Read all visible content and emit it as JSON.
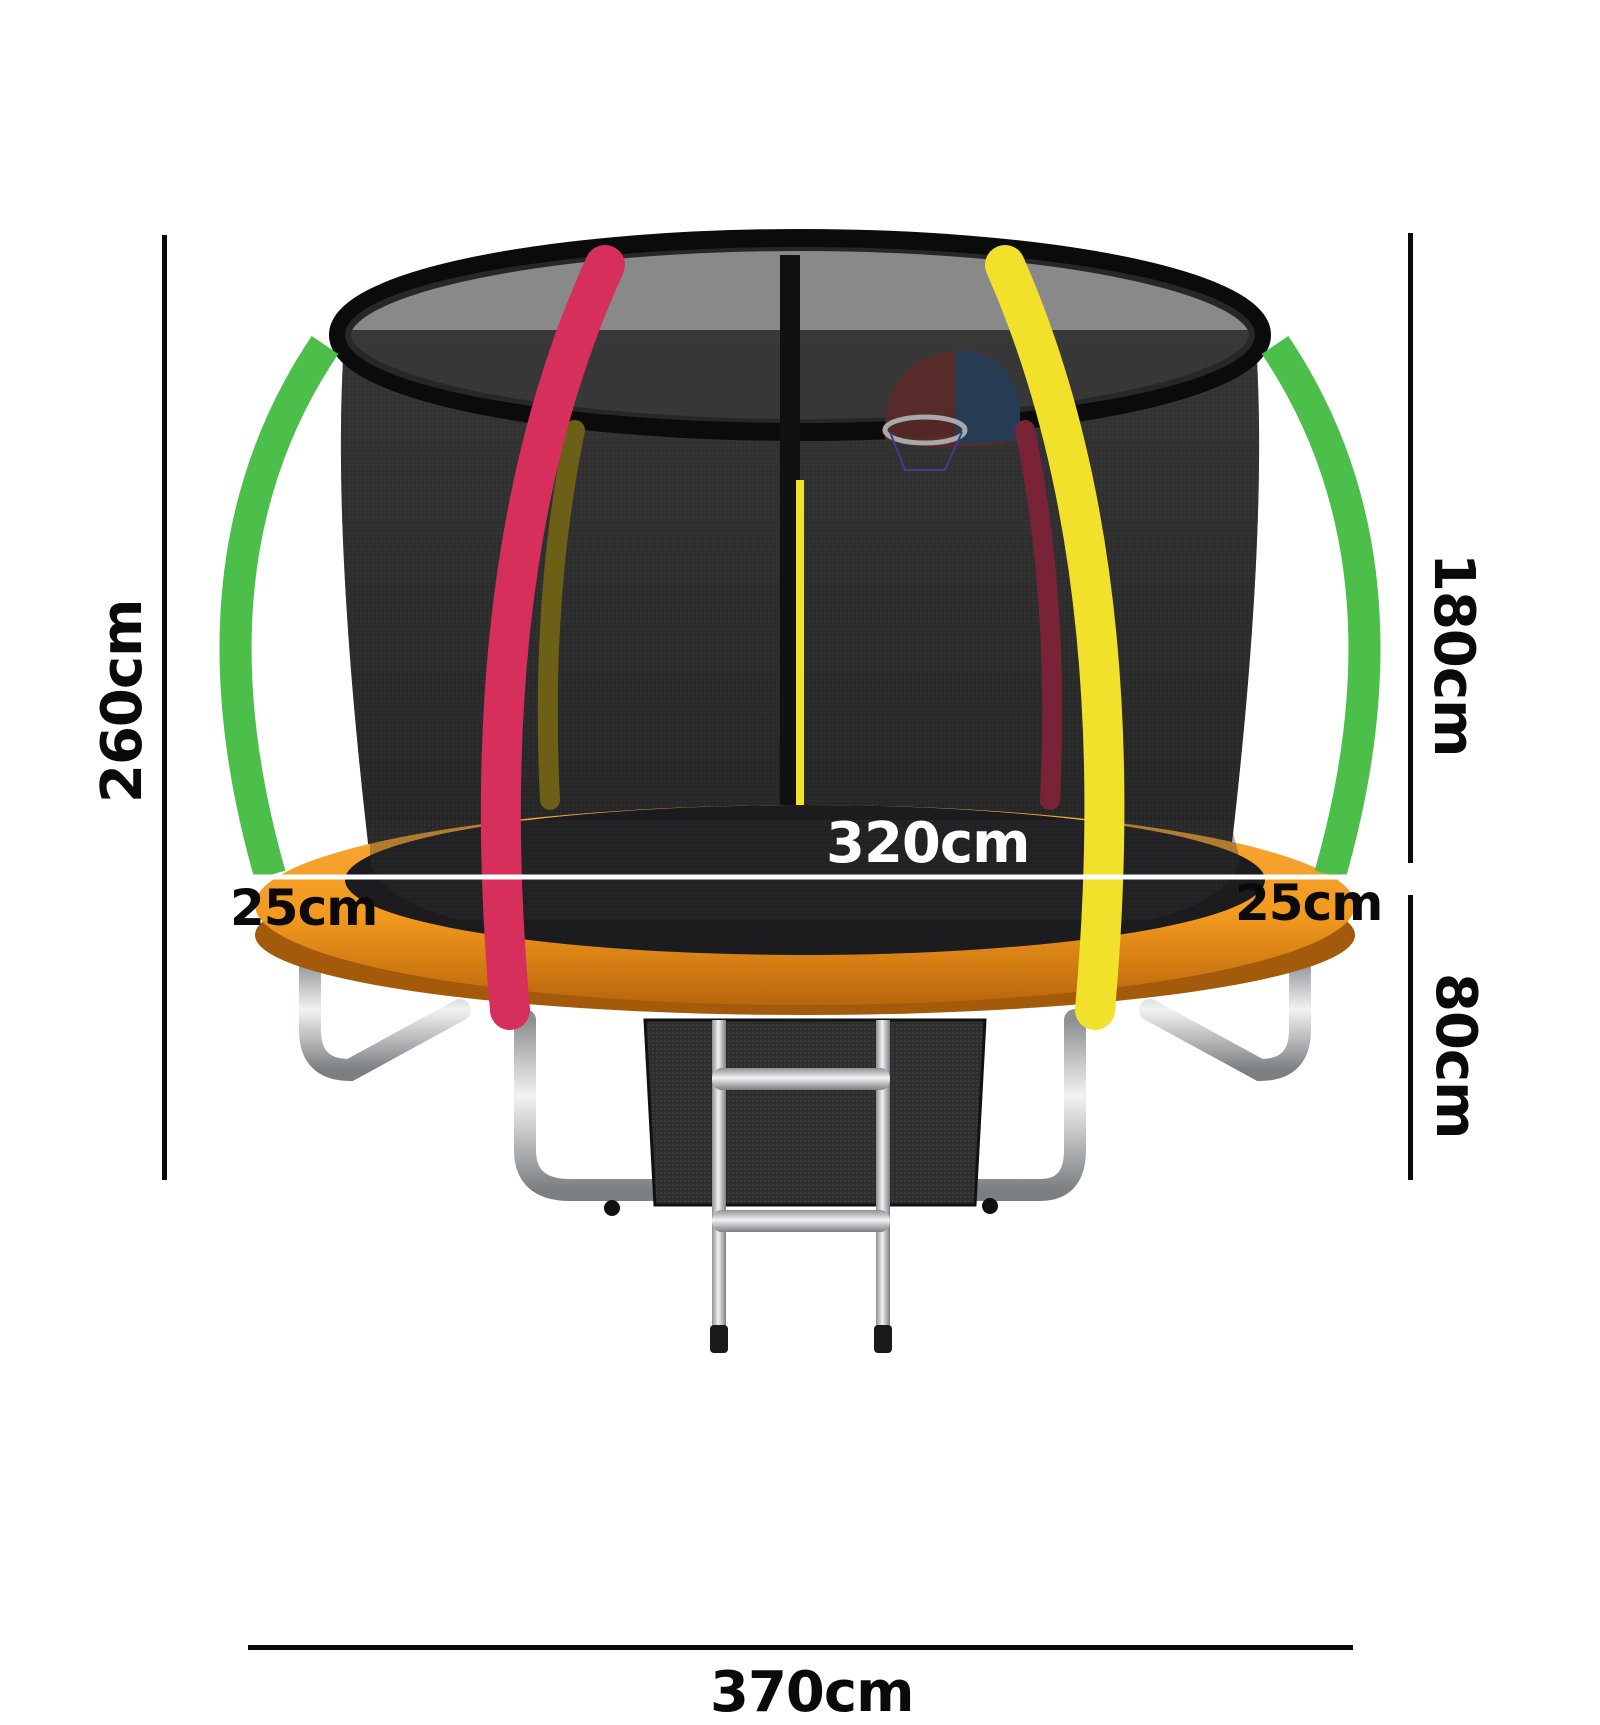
{
  "diagram": {
    "subject": "Round trampoline with safety enclosure, basketball hoop and ladder",
    "colors": {
      "background": "#ffffff",
      "dimension_lines": "#0a0a0a",
      "frame_pad": "#f39a1e",
      "frame_pad_shadow": "#b8650c",
      "pole_pad_green": "#4cbf4a",
      "pole_pad_red": "#d62f5c",
      "pole_pad_yellow": "#f2e12b",
      "net": "#2b2b2b",
      "jump_mat": "#1c1c1e",
      "steel": "#c9cbcd"
    },
    "dimensions": {
      "total_height": "260cm",
      "enclosure_height": "180cm",
      "frame_height": "80cm",
      "mat_diameter": "320cm",
      "pad_left": "25cm",
      "pad_right": "25cm",
      "total_width": "370cm"
    },
    "components": {
      "hoop": "basketball-hoop",
      "ladder": "ladder",
      "shoe_bag": "shoe-bag"
    }
  }
}
